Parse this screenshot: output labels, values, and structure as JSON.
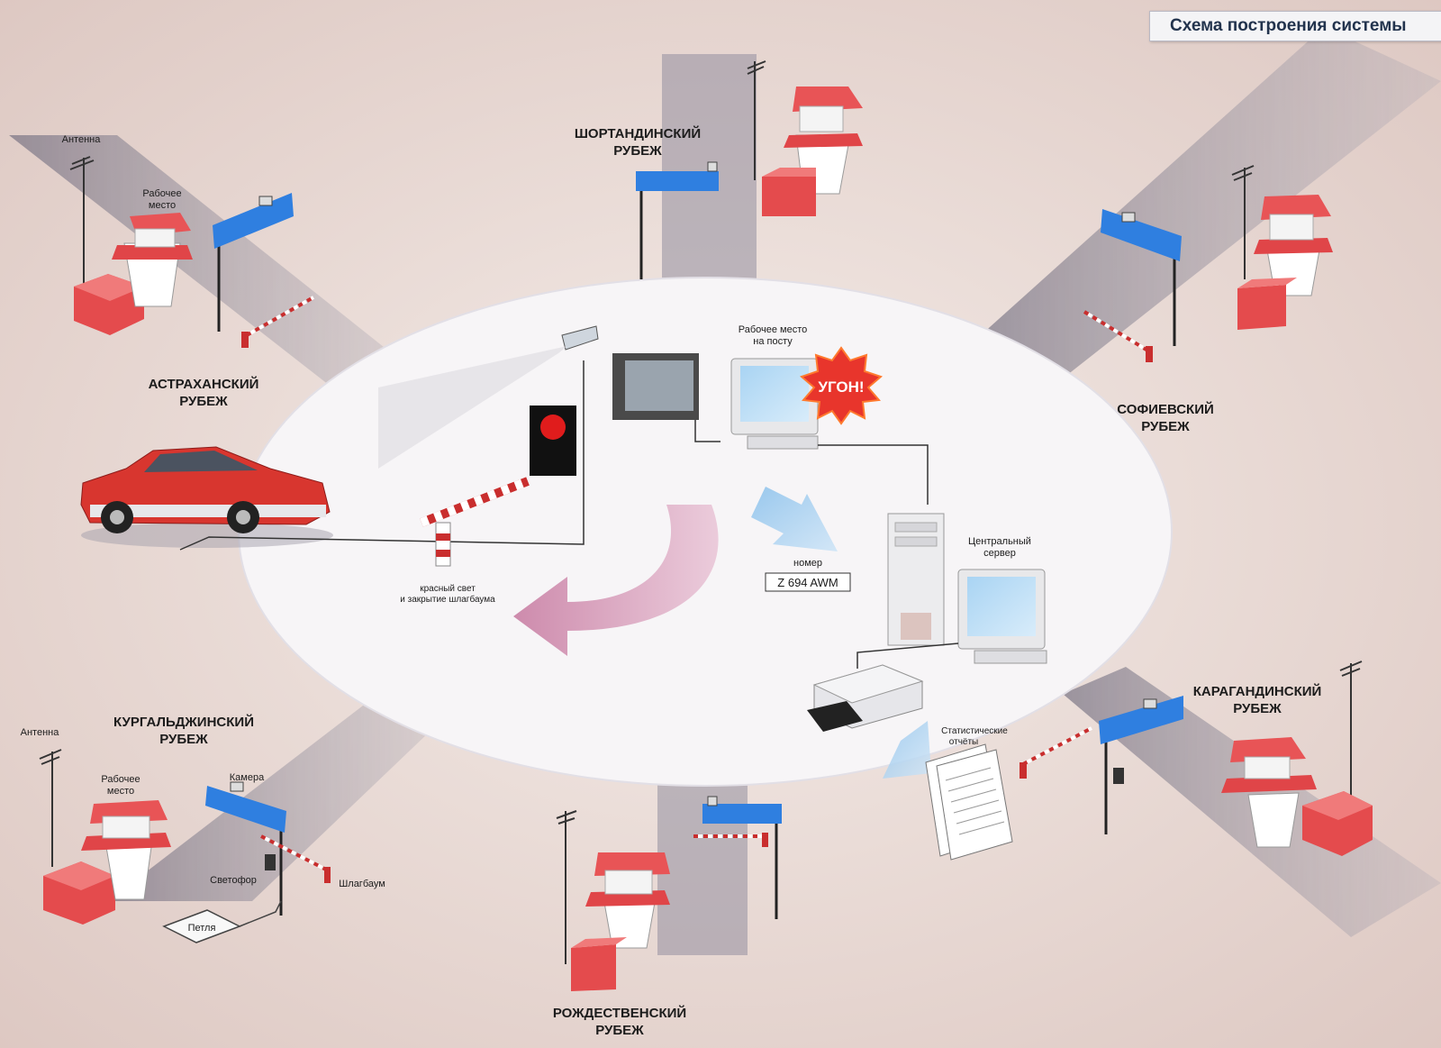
{
  "title": "Схема построения системы",
  "colors": {
    "booth_red": "#e14a4d",
    "sign_blue": "#2f7fe0",
    "ellipse": "#f6f4f6",
    "shadow": "#8e8a99",
    "car_red": "#d8362f"
  },
  "checkpoints": [
    {
      "line1": "АСТРАХАНСКИЙ",
      "line2": "РУБЕЖ"
    },
    {
      "line1": "ШОРТАНДИНСКИЙ",
      "line2": "РУБЕЖ"
    },
    {
      "line1": "СОФИЕВСКИЙ",
      "line2": "РУБЕЖ"
    },
    {
      "line1": "КАРАГАНДИНСКИЙ",
      "line2": "РУБЕЖ"
    },
    {
      "line1": "РОЖДЕСТВЕНСКИЙ",
      "line2": "РУБЕЖ"
    },
    {
      "line1": "КУРГАЛЬДЖИНСКИЙ",
      "line2": "РУБЕЖ"
    }
  ],
  "labels": {
    "antenna": "Антенна",
    "workplace_1": "Рабочее",
    "workplace_2": "место",
    "camera": "Камера",
    "traffic_light": "Светофор",
    "barrier": "Шлагбаум",
    "loop": "Петля",
    "post_workplace_1": "Рабочее место",
    "post_workplace_2": "на посту",
    "alarm": "УГОН!",
    "central_server_1": "Центральный",
    "central_server_2": "сервер",
    "number": "номер",
    "plate": "Z 694 AWM",
    "red_light_1": "красный свет",
    "red_light_2": "и закрытие шлагбаума",
    "reports_1": "Статистические",
    "reports_2": "отчёты"
  }
}
